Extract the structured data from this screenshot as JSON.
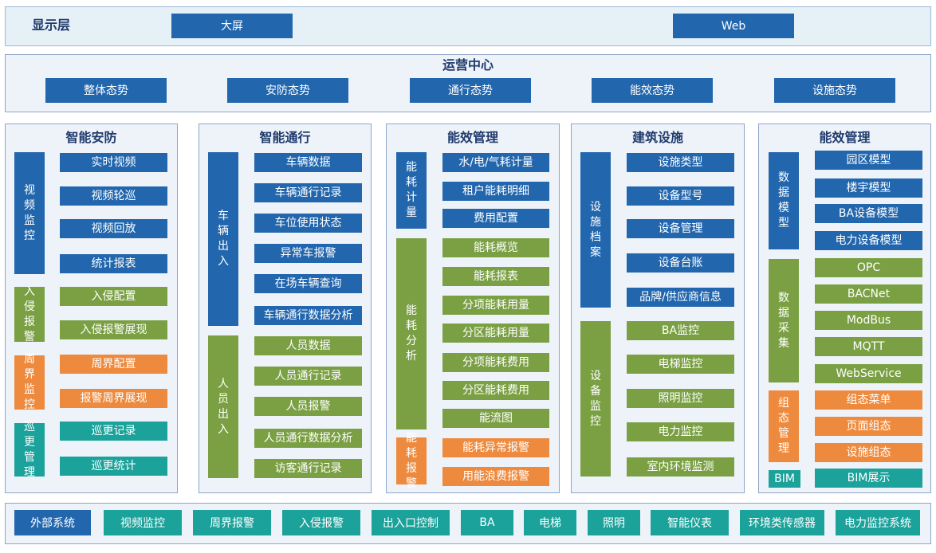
{
  "display_layer": {
    "label": "显示层",
    "items": [
      "大屏",
      "Web"
    ]
  },
  "ops_center": {
    "title": "运营中心",
    "items": [
      "整体态势",
      "安防态势",
      "通行态势",
      "能效态势",
      "设施态势"
    ]
  },
  "security": {
    "title": "智能安防",
    "groups": [
      {
        "label": "视频监控",
        "items": [
          "实时视频",
          "视频轮巡",
          "视频回放",
          "统计报表"
        ]
      },
      {
        "label": "入侵报警",
        "items": [
          "入侵配置",
          "入侵报警展现"
        ]
      },
      {
        "label": "周界监控",
        "items": [
          "周界配置",
          "报警周界展现"
        ]
      },
      {
        "label": "巡更管理",
        "items": [
          "巡更记录",
          "巡更统计"
        ]
      }
    ]
  },
  "traffic": {
    "title": "智能通行",
    "groups": [
      {
        "label": "车辆出入",
        "items": [
          "车辆数据",
          "车辆通行记录",
          "车位使用状态",
          "异常车报警",
          "在场车辆查询",
          "车辆通行数据分析"
        ]
      },
      {
        "label": "人员出入",
        "items": [
          "人员数据",
          "人员通行记录",
          "人员报警",
          "人员通行数据分析",
          "访客通行记录"
        ]
      }
    ]
  },
  "energy": {
    "title": "能效管理",
    "groups": [
      {
        "label": "能耗计量",
        "items": [
          "水/电/气耗计量",
          "租户能耗明细",
          "费用配置"
        ]
      },
      {
        "label": "能耗分析",
        "items": [
          "能耗概览",
          "能耗报表",
          "分项能耗用量",
          "分区能耗用量",
          "分项能耗费用",
          "分区能耗费用",
          "能流图"
        ]
      },
      {
        "label": "能耗报警",
        "items": [
          "能耗异常报警",
          "用能浪费报警"
        ]
      }
    ]
  },
  "facility": {
    "title": "建筑设施",
    "groups": [
      {
        "label": "设施档案",
        "items": [
          "设施类型",
          "设备型号",
          "设备管理",
          "设备台账",
          "品牌/供应商信息"
        ]
      },
      {
        "label": "设备监控",
        "items": [
          "BA监控",
          "电梯监控",
          "照明监控",
          "电力监控",
          "室内环境监测"
        ]
      }
    ]
  },
  "energy2": {
    "title": "能效管理",
    "groups": [
      {
        "label": "数据模型",
        "items": [
          "园区模型",
          "楼宇模型",
          "BA设备模型",
          "电力设备模型"
        ]
      },
      {
        "label": "数据采集",
        "items": [
          "OPC",
          "BACNet",
          "ModBus",
          "MQTT",
          "WebService"
        ]
      },
      {
        "label": "组态管理",
        "items": [
          "组态菜单",
          "页面组态",
          "设施组态"
        ]
      },
      {
        "label": "BIM",
        "items": [
          "BIM展示"
        ]
      }
    ]
  },
  "external": {
    "label": "外部系统",
    "items": [
      "视频监控",
      "周界报警",
      "入侵报警",
      "出入口控制",
      "BA",
      "电梯",
      "照明",
      "智能仪表",
      "环境类传感器",
      "电力监控系统"
    ]
  }
}
